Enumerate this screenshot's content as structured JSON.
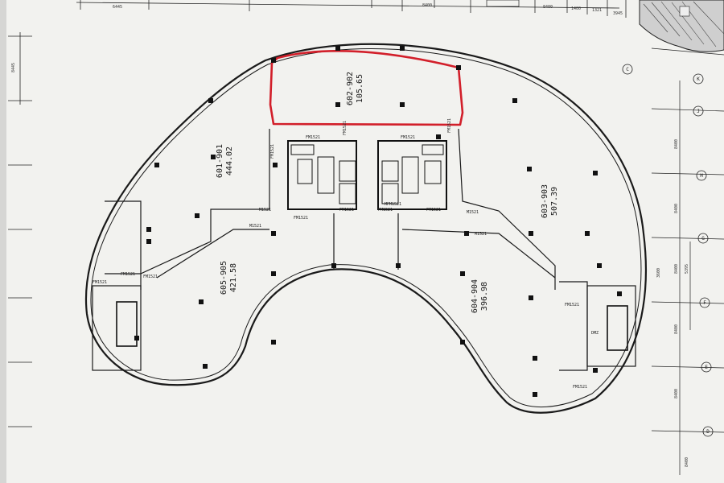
{
  "units": [
    {
      "id": "602-902",
      "area": "105.65"
    },
    {
      "id": "601-901",
      "area": "444.02"
    },
    {
      "id": "603-903",
      "area": "507.39"
    },
    {
      "id": "605-905",
      "area": "421.58"
    },
    {
      "id": "604-904",
      "area": "396.98"
    }
  ],
  "door_tags": {
    "fm1521": "FM1521",
    "fm1521_b": "FM1521",
    "fm1521_c": "FM1521",
    "fm1521_d": "FM1521",
    "fm1521_e": "FM1521",
    "fm1521_f": "FM1521",
    "fm1521_g": "FM1521",
    "fm1521_h": "FM1521",
    "fm1521_i": "FM1521",
    "fm1521_j": "FM1521",
    "fm1521_k": "FM1521",
    "fm1521_l": "FM1521",
    "m1521_a": "M1521",
    "m1521_b": "M1521",
    "m1521_c": "M1521",
    "m1521_d": "M1521",
    "fm1521_lift": "FM1521",
    "mpm1521": "MPM1521",
    "dmz": "DMZ",
    "fm1521_r": "FM1521"
  },
  "dims": {
    "top_left": "6445",
    "top_mid": "8400",
    "top_right_a": "8400",
    "top_right_b": "1400",
    "top_right_c": "1321",
    "top_right_d": "3945",
    "left_side": "8445",
    "right_1": "8400",
    "right_2": "8400",
    "right_3": "8400",
    "right_4": "8400",
    "right_5": "8400",
    "right_6": "8400",
    "right_7": "5395",
    "right_8": "3600"
  },
  "grid_axes": [
    "K",
    "J",
    "H",
    "G",
    "F",
    "E",
    "D",
    "C"
  ],
  "colors": {
    "paper": "#f3f3f1",
    "line": "#1a1a1a",
    "highlight": "#d21f2a",
    "column": "#111111",
    "hatch_bg": "#cfcfcf"
  }
}
